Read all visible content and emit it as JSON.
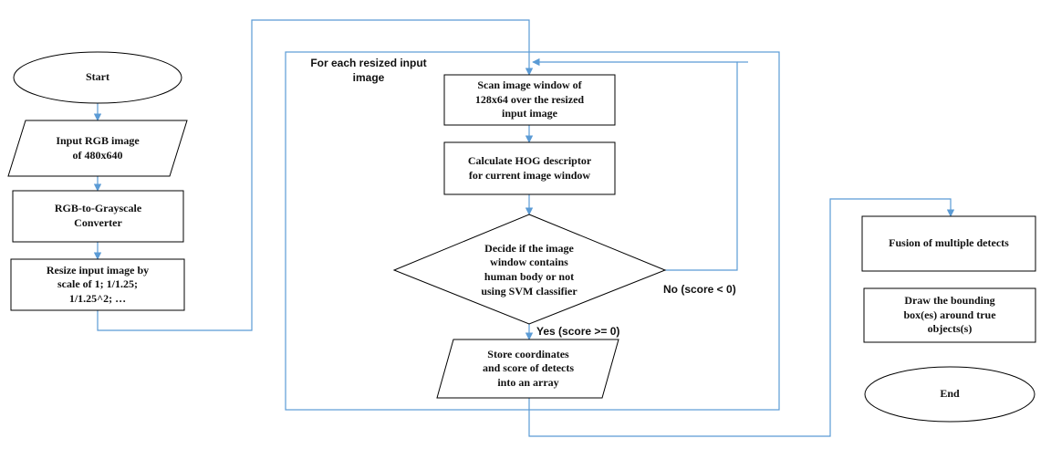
{
  "colors": {
    "stroke": "#000000",
    "connector": "#5b9bd5",
    "text": "#111111",
    "background": "#ffffff"
  },
  "nodes": {
    "start": "Start",
    "input": "Input  RGB image\nof 480x640",
    "converter": "RGB-to-Grayscale\nConverter",
    "resize": "Resize input image  by\nscale of 1; 1/1.25;\n1/1.25^2; …",
    "loop_title": "For each resized input\nimage",
    "scan": "Scan  image window of\n128x64 over the resized\ninput image",
    "hog": "Calculate HOG descriptor\nfor current image window",
    "decide": "Decide if the image\nwindow contains\nhuman   body or not\nusing SVM  classifier",
    "store": "Store coordinates\nand  score of detects\ninto an array",
    "fusion": "Fusion of multiple detects",
    "draw": "Draw the bounding\nbox(es) around true\nobjects(s)",
    "end": "End"
  },
  "edges": {
    "no_label": "No  (score < 0)",
    "yes_label": "Yes (score >= 0)"
  }
}
